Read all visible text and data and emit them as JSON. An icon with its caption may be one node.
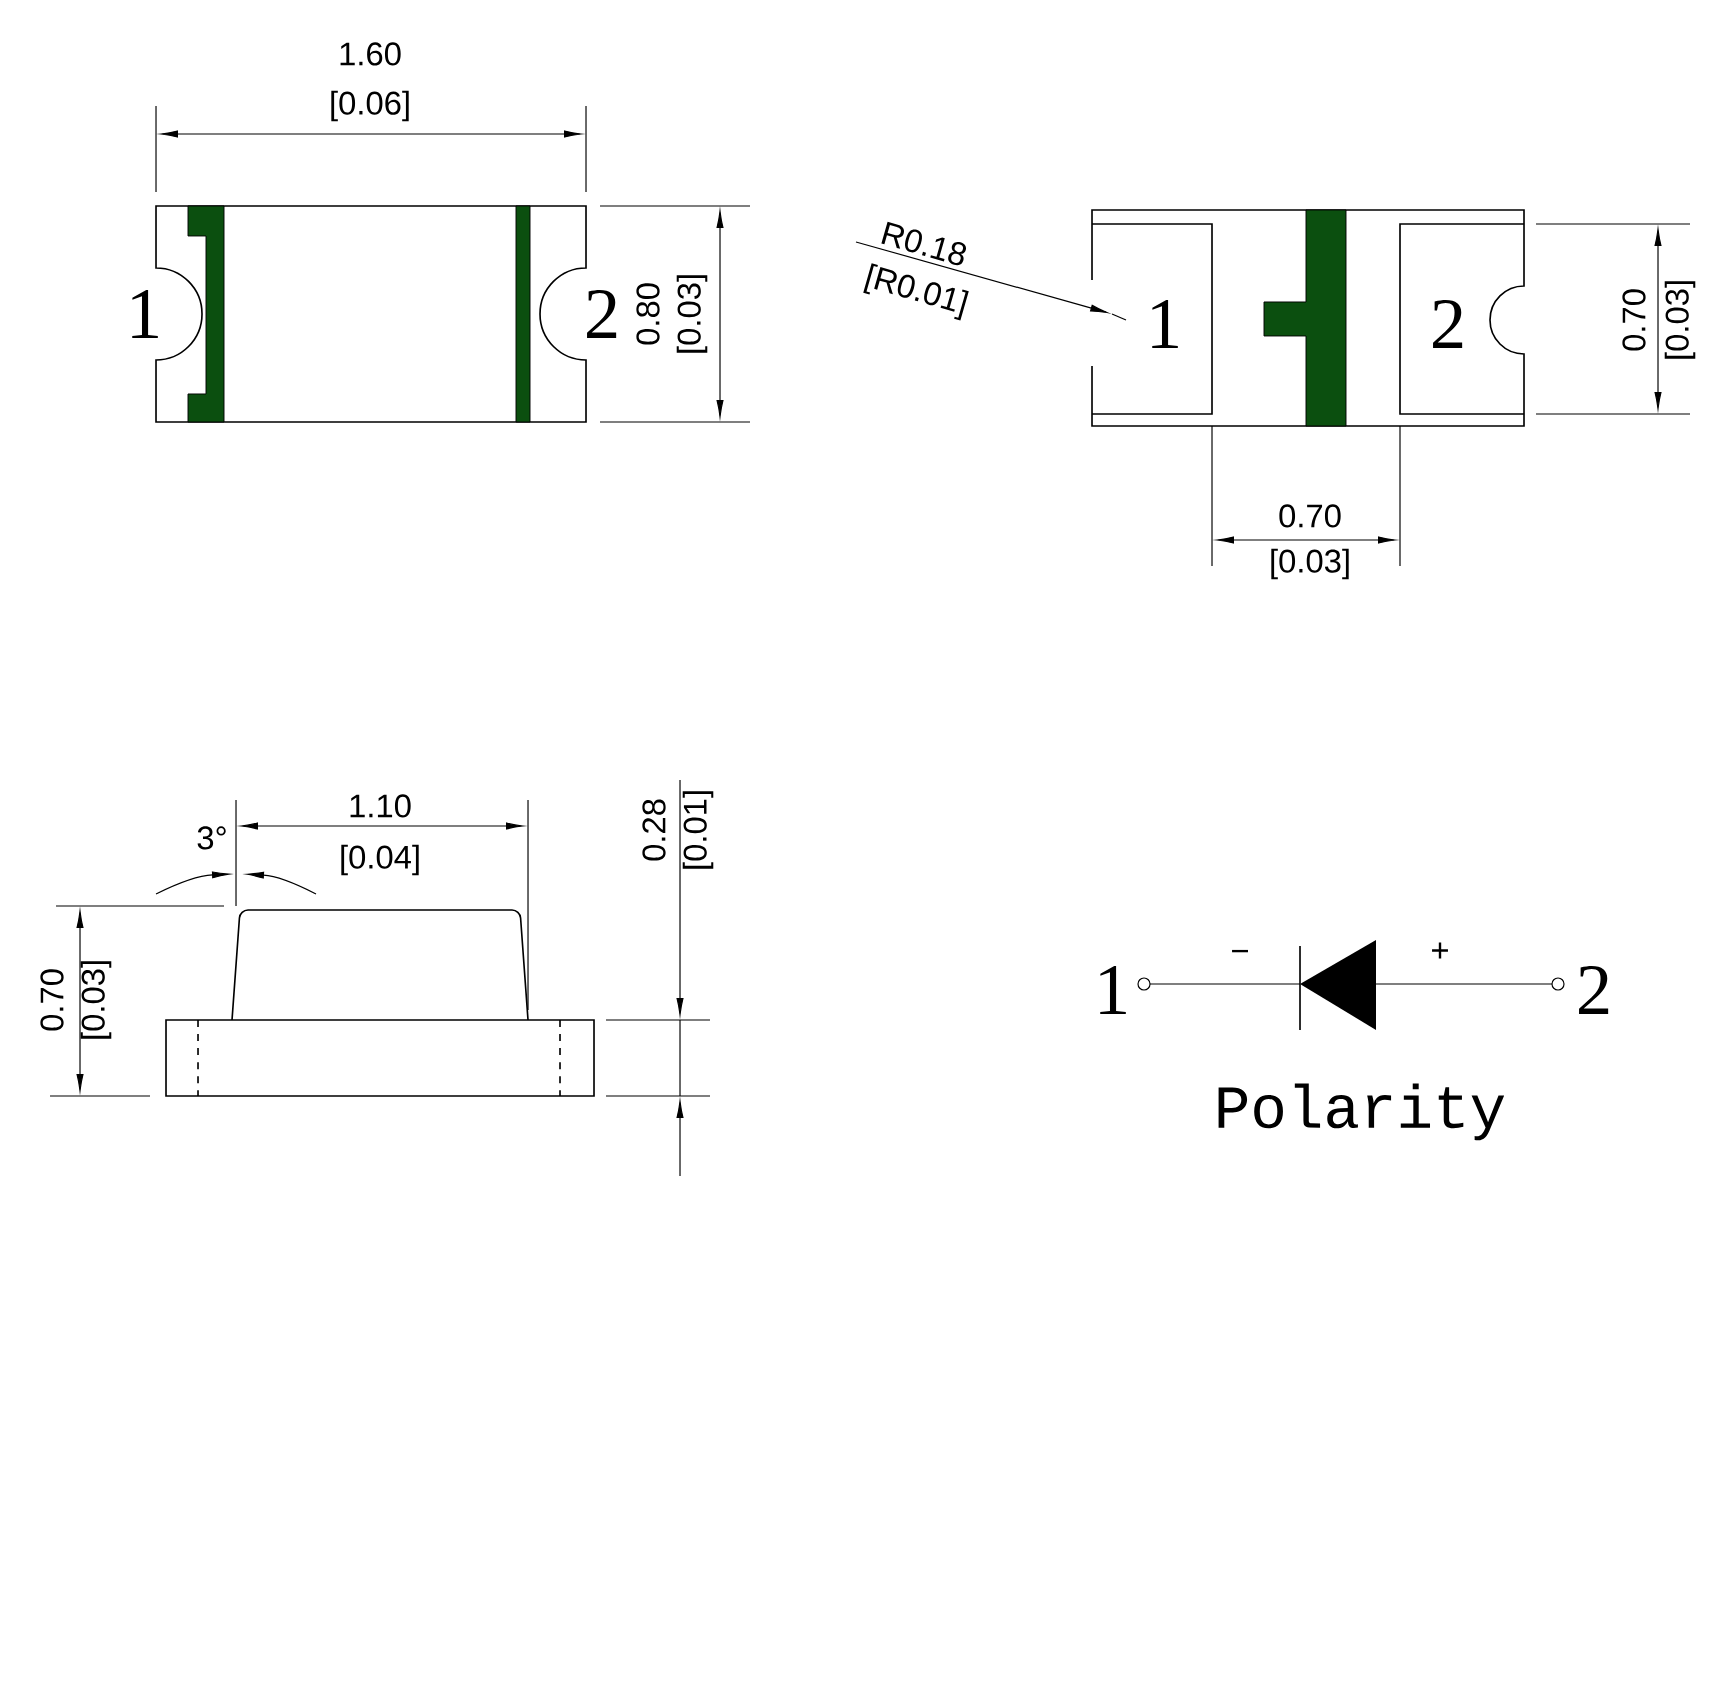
{
  "diagram": {
    "labels": [
      "1.60",
      "[0.06]",
      "1",
      "2",
      "0.80",
      "[0.03]",
      "R0.18",
      "[R0.01]",
      "1",
      "2",
      "0.70",
      "[0.03]",
      "0.70",
      "[0.03]",
      "3°",
      "1.10",
      "[0.04]",
      "0.28",
      "[0.01]",
      "0.70",
      "[0.03]",
      "1",
      "−",
      "+",
      "2",
      "Polarity"
    ]
  }
}
